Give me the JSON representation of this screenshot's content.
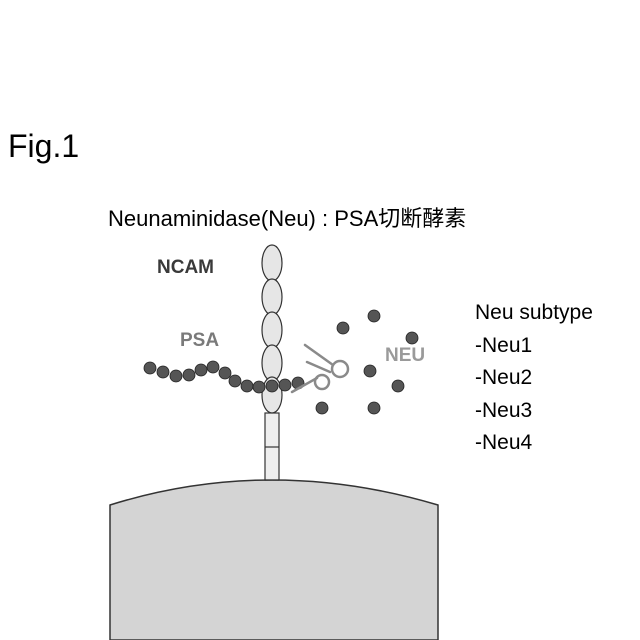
{
  "figure_label": "Fig.1",
  "title": "Neunaminidase(Neu) : PSA切断酵素",
  "labels": {
    "ncam": "NCAM",
    "psa": "PSA",
    "neu": "NEU"
  },
  "subtypes": {
    "heading": "Neu subtype",
    "items": [
      "-Neu1",
      "-Neu2",
      "-Neu3",
      "-Neu4"
    ]
  },
  "icons": {
    "scissors": "scissors-icon"
  },
  "colors": {
    "psa_bead": "#555555",
    "ncam_domain": "#e6e6e6",
    "membrane": "#d4d4d4",
    "psa_label": "#7a7a7a",
    "neu_label": "#9a9a9a",
    "ncam_label": "#3a3a3a"
  }
}
